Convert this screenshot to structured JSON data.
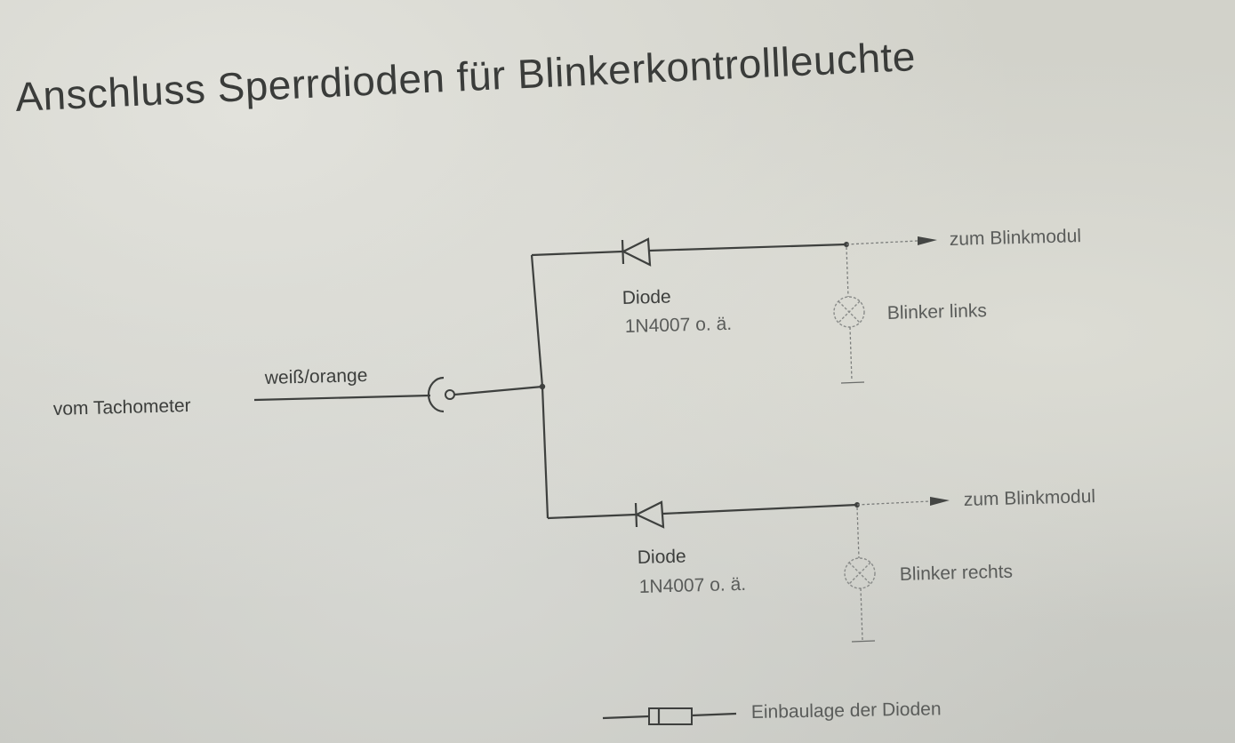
{
  "title": "Anschluss Sperrdioden für Blinkerkontrollleuchte",
  "input": {
    "source_label": "vom Tachometer",
    "wire_color_label": "weiß/orange"
  },
  "top_branch": {
    "diode_label": "Diode",
    "diode_type": "1N4007 o. ä.",
    "output_label": "zum Blinkmodul",
    "lamp_label": "Blinker links"
  },
  "bottom_branch": {
    "diode_label": "Diode",
    "diode_type": "1N4007 o. ä.",
    "output_label": "zum Blinkmodul",
    "lamp_label": "Blinker rechts"
  },
  "legend": {
    "label": "Einbaulage der Dioden"
  }
}
